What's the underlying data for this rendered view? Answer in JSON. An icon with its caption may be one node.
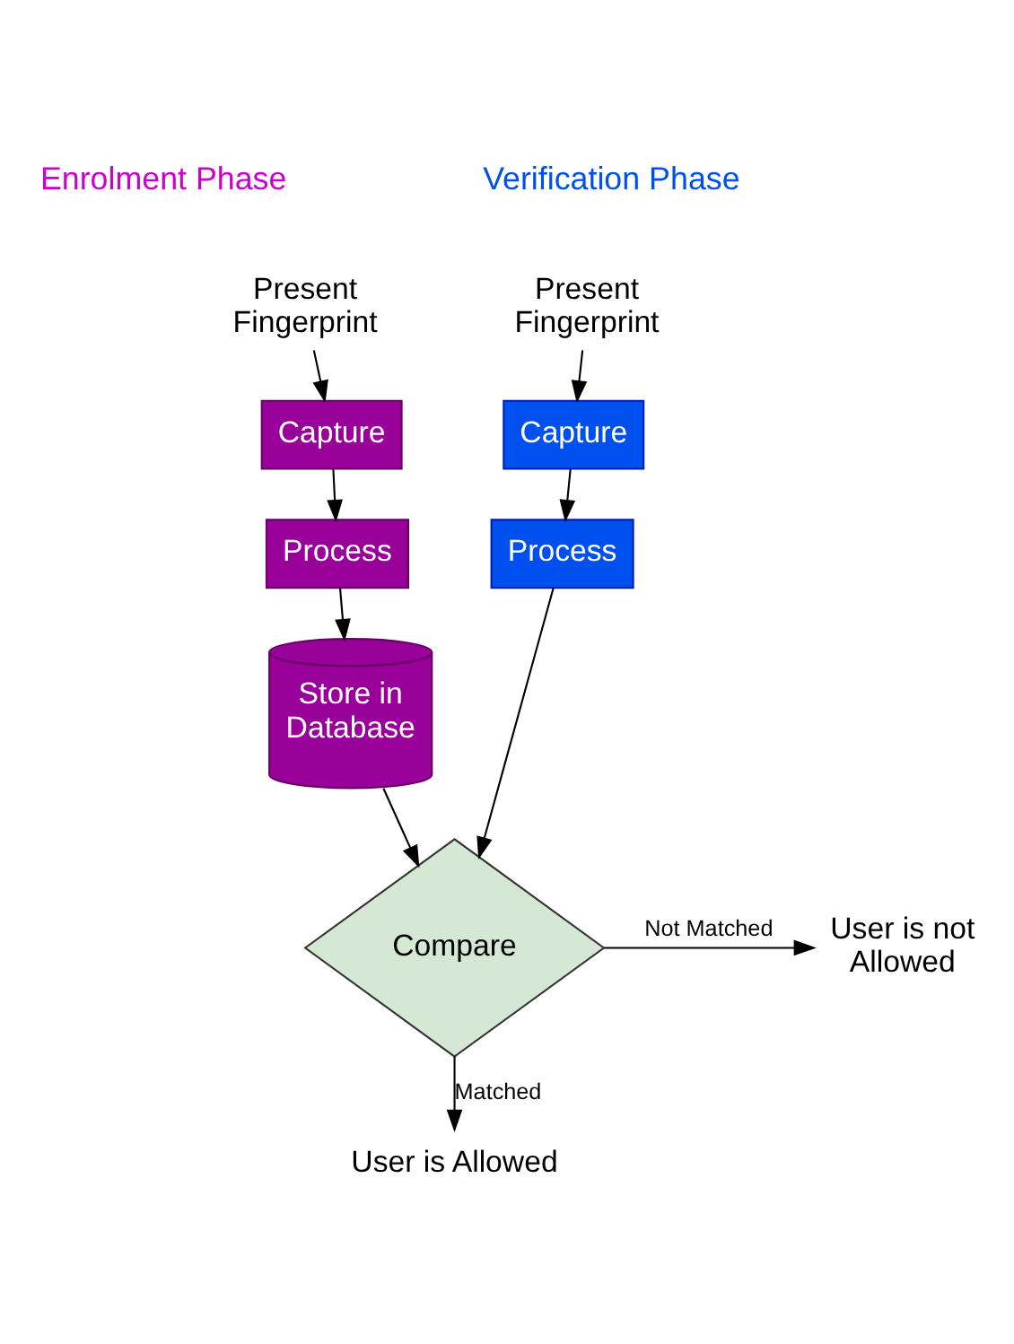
{
  "diagram": {
    "nodes": [
      {
        "text": [
          "Present Fingerprint"
        ]
      },
      {
        "text": [
          "Capture"
        ]
      },
      {
        "text": [
          "Process"
        ]
      },
      {
        "text": [
          "Store in Database"
        ]
      },
      {
        "text": [
          "Present Fingerprint"
        ]
      },
      {
        "text": [
          "Capture"
        ]
      },
      {
        "text": [
          "Process"
        ]
      },
      {
        "text": [
          "Compare"
        ]
      },
      {
        "text": [
          "User is not Allowed"
        ]
      },
      {
        "text": [
          "User is Allowed"
        ]
      }
    ],
    "edges": [
      {
        "from": 0,
        "to": 1,
        "arrow": "to"
      },
      {
        "from": 1,
        "to": 2,
        "arrow": "to"
      },
      {
        "from": 2,
        "to": 3,
        "arrow": "to"
      },
      {
        "from": 4,
        "to": 5,
        "arrow": "to"
      },
      {
        "from": 5,
        "to": 6,
        "arrow": "to"
      },
      {
        "from": 3,
        "to": 7,
        "arrow": "to"
      },
      {
        "from": 6,
        "to": 7,
        "arrow": "to"
      },
      {
        "from": 7,
        "to": 8,
        "arrow": "to",
        "label": "Not Matched"
      },
      {
        "from": 7,
        "to": 9,
        "arrow": "to",
        "label": "Matched"
      }
    ],
    "labels": [
      "Enrolment Phase",
      "Verification Phase"
    ]
  }
}
